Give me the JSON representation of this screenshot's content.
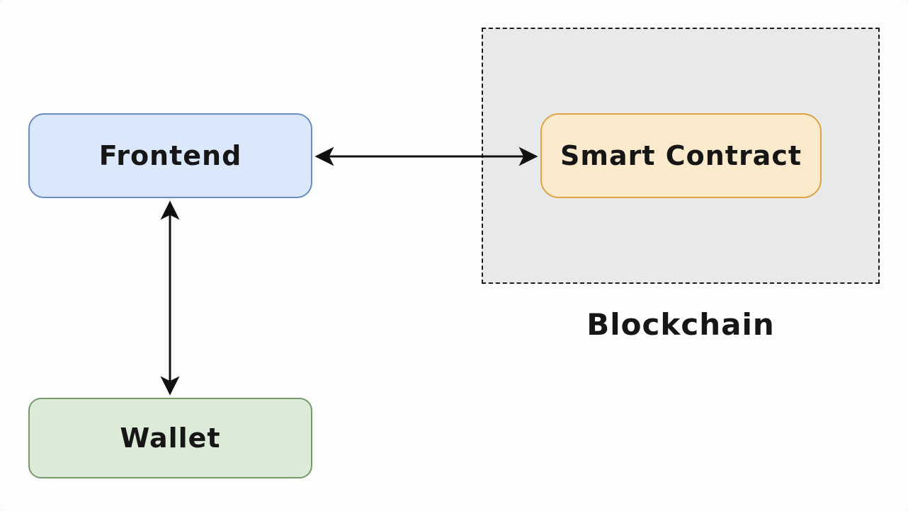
{
  "diagram": {
    "title": "Frontend / Wallet / Blockchain smart-contract architecture diagram",
    "nodes": {
      "frontend": {
        "label": "Frontend",
        "shape": "rounded-rectangle"
      },
      "smart_contract": {
        "label": "Smart Contract",
        "shape": "rounded-rectangle"
      },
      "wallet": {
        "label": "Wallet",
        "shape": "rounded-rectangle"
      }
    },
    "containers": {
      "blockchain": {
        "label": "Blockchain",
        "border_style": "dashed",
        "contains": [
          "smart_contract"
        ]
      }
    },
    "edges": [
      {
        "from": "frontend",
        "to": "smart_contract",
        "direction": "bidirectional",
        "style": "solid-arrow"
      },
      {
        "from": "frontend",
        "to": "wallet",
        "direction": "bidirectional",
        "style": "solid-arrow"
      }
    ],
    "colors": {
      "canvas_background": "#fdfdfe",
      "frontend_fill": "#dbe7fa",
      "frontend_border": "#6a8dbf",
      "smart_contract_fill": "#fceacd",
      "smart_contract_border": "#e1a23d",
      "wallet_fill": "#dcebd8",
      "wallet_border": "#75996b",
      "blockchain_fill": "#e8e9ea",
      "blockchain_border": "#1b1b1b",
      "arrow": "#111111",
      "text": "#161616"
    }
  }
}
